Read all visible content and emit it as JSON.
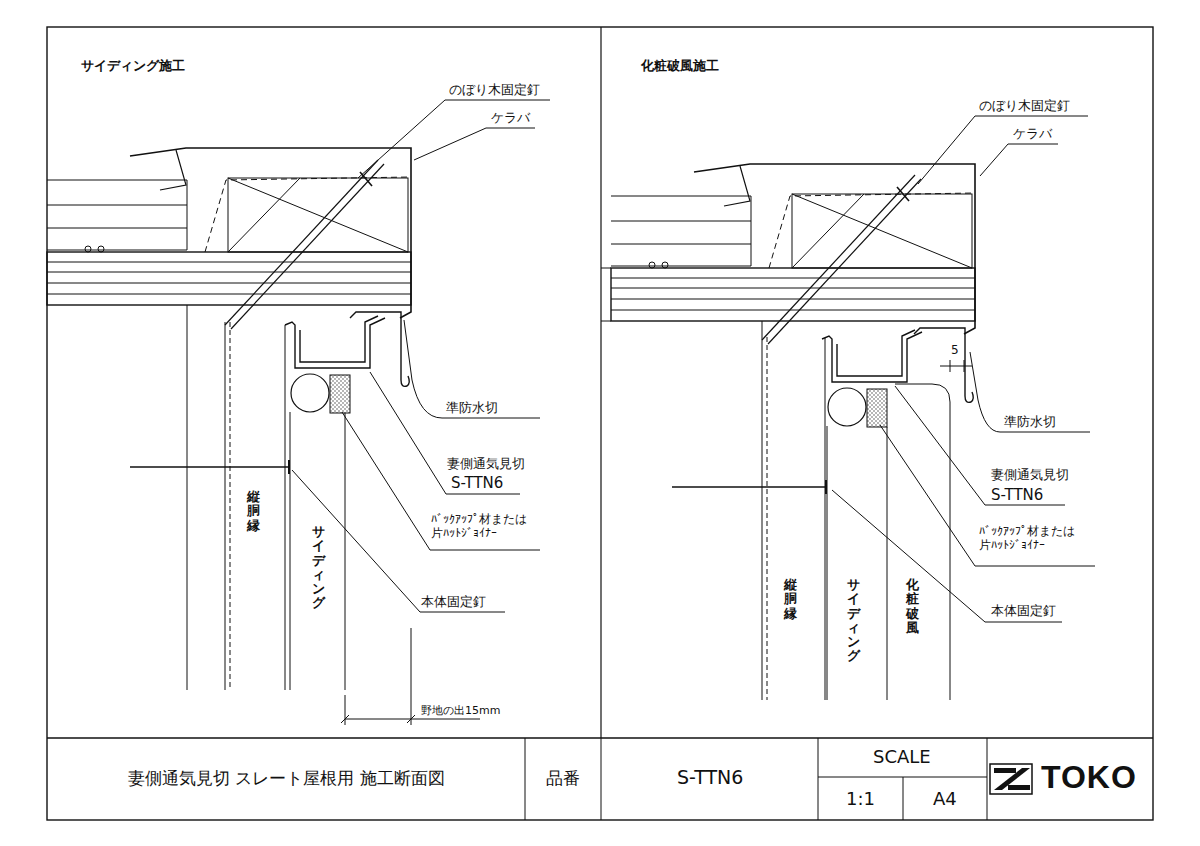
{
  "diagram": {
    "title": "妻側通気見切 スレート屋根用 施工断面図",
    "labels": [
      "サイディング施工",
      "のぼり木固定釘",
      "ケラバ",
      "準防水切",
      "妻側通気見切",
      "S-TTN6",
      "ﾊﾞｯｸｱｯﾌﾟ材または 片ﾊｯﾄｼﾞｮｲﾅｰ",
      "本体固定釘",
      "縦胴縁",
      "サイディング",
      "野地の出15mm",
      "化粧破風施工",
      "のぼり木固定釘",
      "ケラバ",
      "5",
      "準防水切",
      "妻側通気見切",
      "S-TTN6",
      "ﾊﾞｯｸｱｯﾌﾟ材または 片ﾊｯﾄｼﾞｮｲﾅｰ",
      "本体固定釘",
      "縦胴縁",
      "サイディング",
      "化粧破風",
      "品番",
      "S-TTN6",
      "SCALE",
      "1:1",
      "A4",
      "TOKO"
    ]
  }
}
